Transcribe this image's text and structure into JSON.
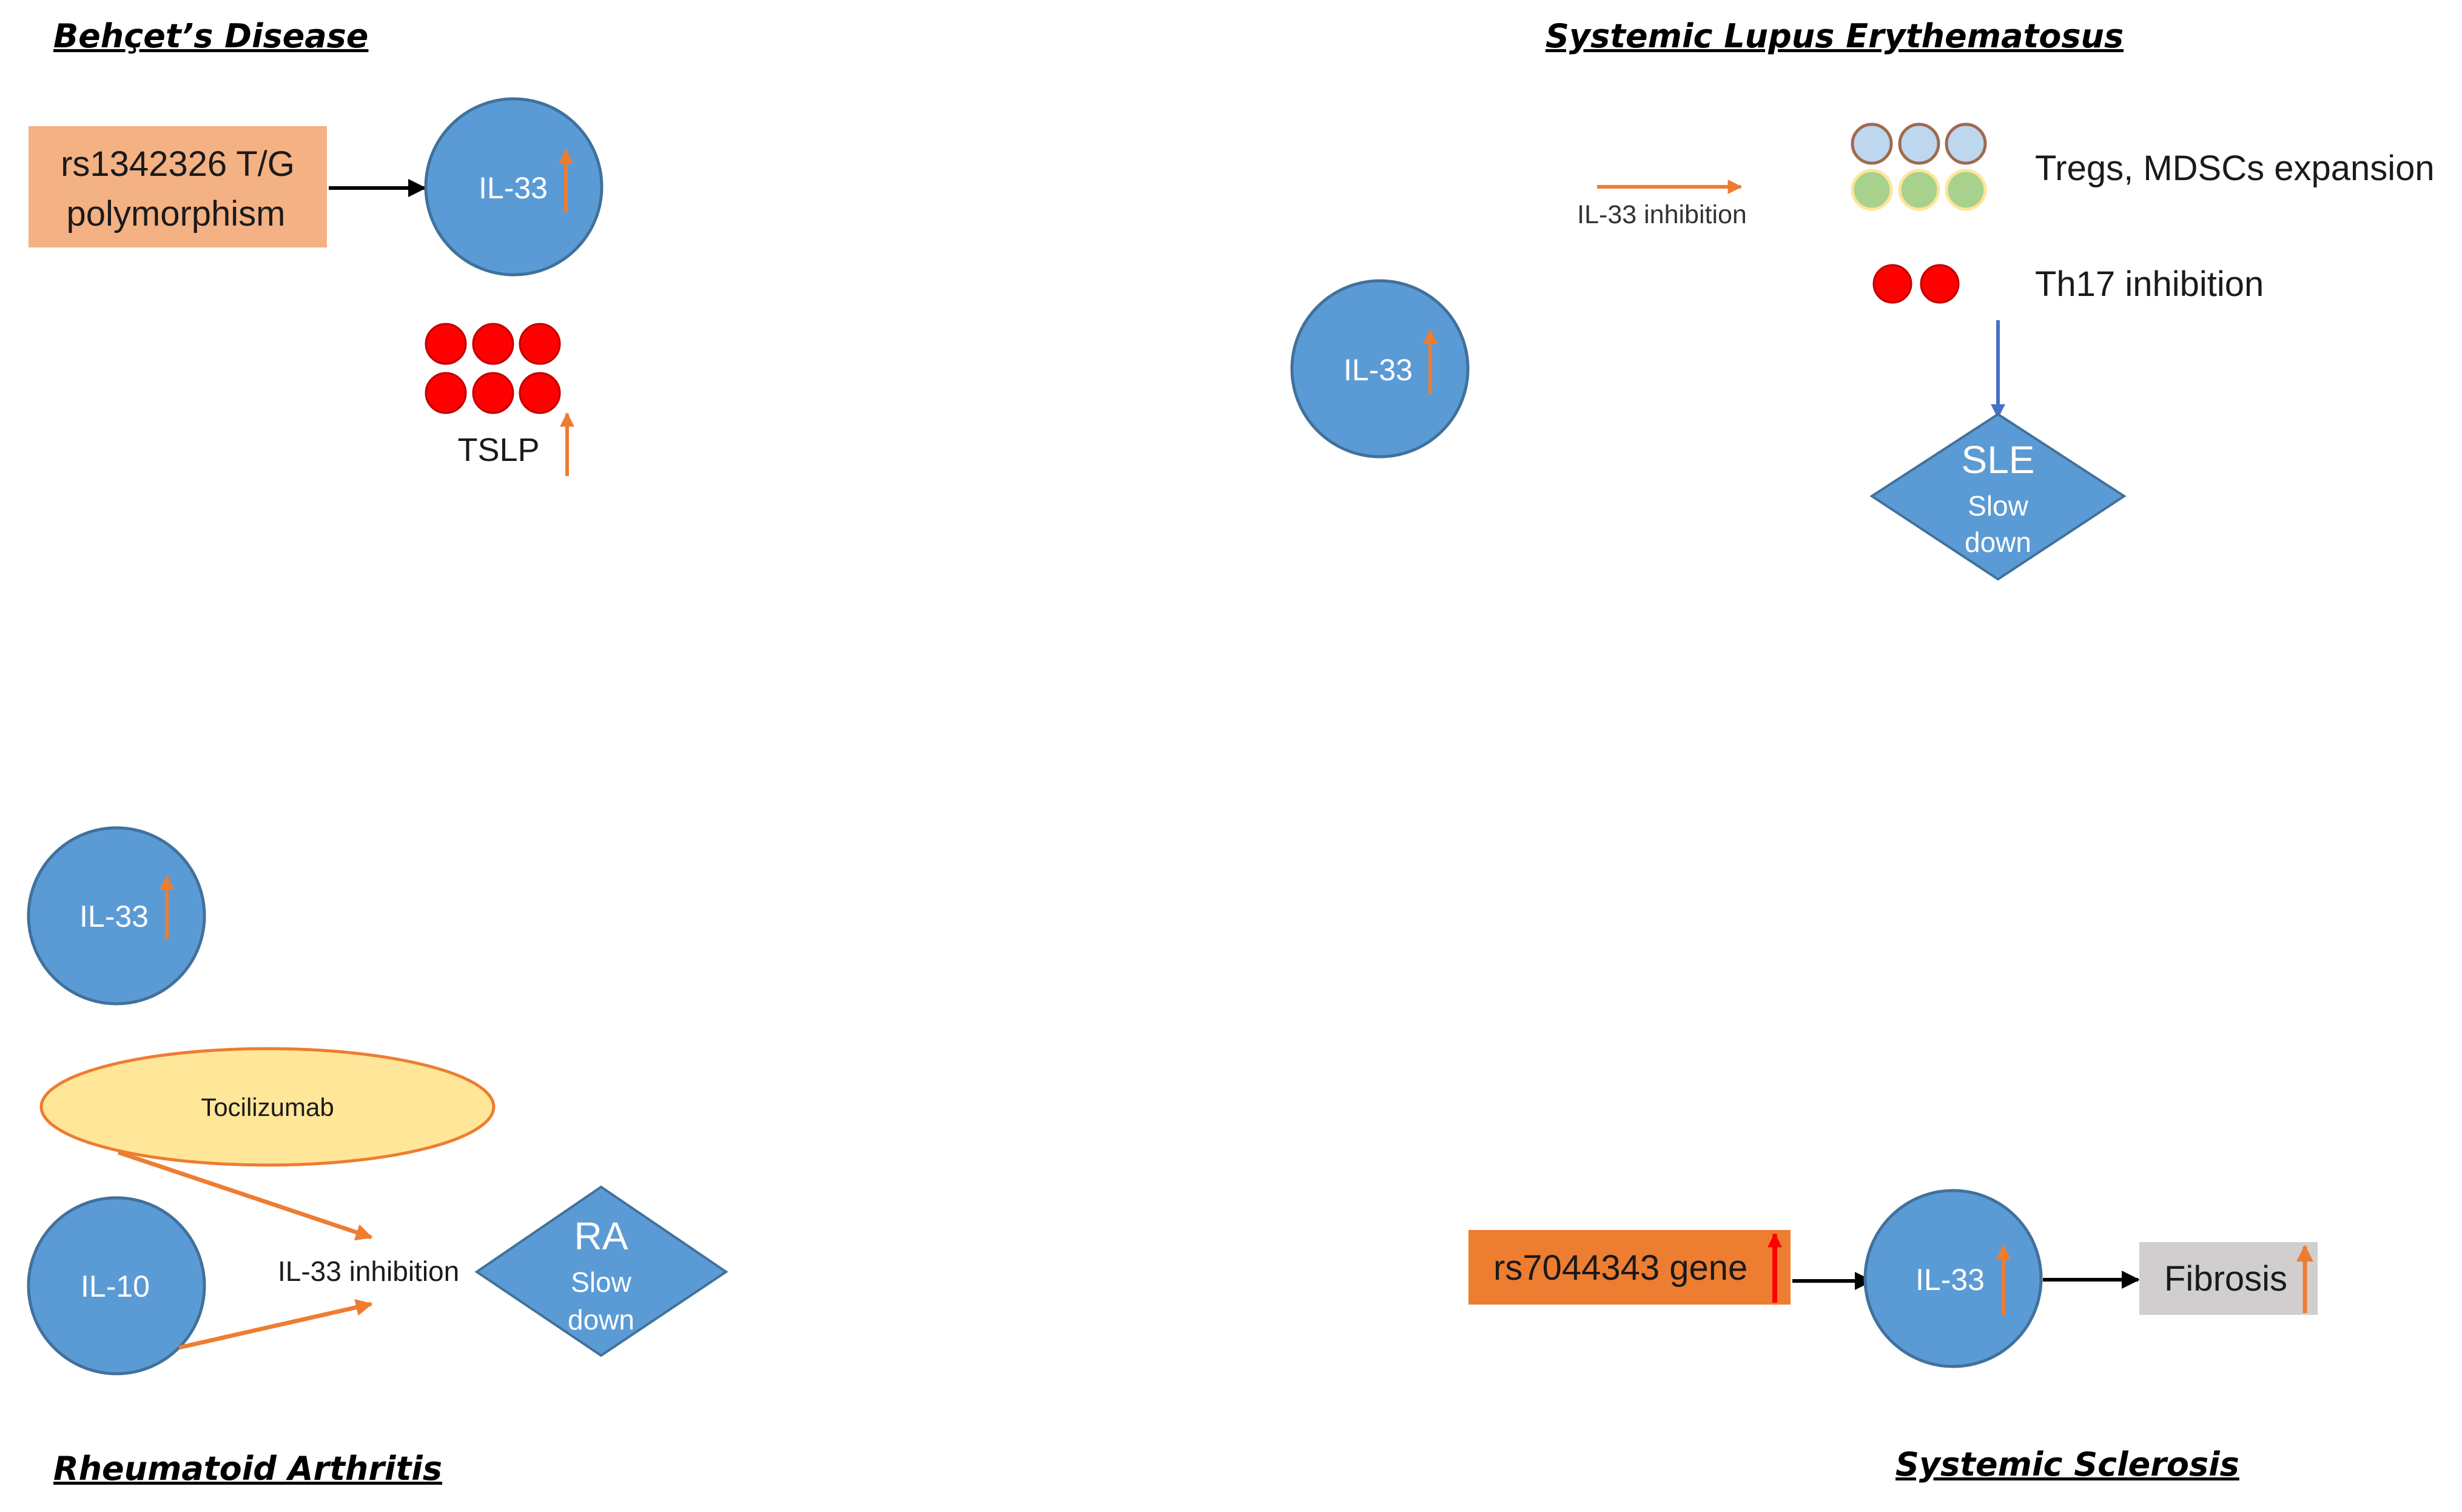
{
  "colors": {
    "circle_blue": "#5b9bd5",
    "circle_border": "#41719c",
    "up_arrow_orange": "#ed7d31",
    "up_arrow_red": "#ff0000",
    "peach_box": "#f4b183",
    "orange_box": "#ed7d31",
    "red_dot": "#ff0000",
    "light_blue_dot": "#bdd7ee",
    "green_dot": "#a9d18e",
    "tocilizumab_fill": "#ffe699",
    "fibrosis_box": "#d0cece",
    "blue_arrow": "#4472c4"
  },
  "sections": {
    "behcet": {
      "title": "Behçet’s Disease",
      "polymorphism_line1": "rs1342326 T/G",
      "polymorphism_line2": "polymorphism",
      "il33_label": "IL-33",
      "tslp_label": "TSLP"
    },
    "sle": {
      "title": "Systemic Lupus Erythematosus",
      "inhibition_label": "IL-33 inhibition",
      "il33_label": "IL-33",
      "tregs_label": "Tregs, MDSCs expansion",
      "th17_label": "Th17 inhibition",
      "diamond_title": "SLE",
      "diamond_line1": "Slow",
      "diamond_line2": "down"
    },
    "ra": {
      "title": "Rheumatoid Arthritis",
      "il33_label": "IL-33",
      "tocilizumab_label": "Tocilizumab",
      "il10_label": "IL-10",
      "inhibition_label": "IL-33 inhibition",
      "diamond_title": "RA",
      "diamond_line1": "Slow",
      "diamond_line2": "down"
    },
    "ssc": {
      "title": "Systemic Sclerosis",
      "gene_label": "rs7044343 gene",
      "il33_label": "IL-33",
      "fibrosis_label": "Fibrosis"
    }
  }
}
